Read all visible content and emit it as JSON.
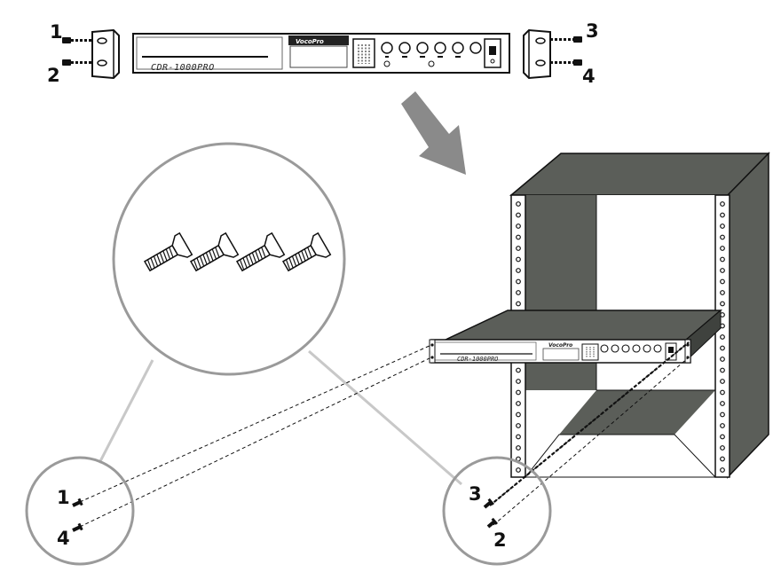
{
  "device": {
    "brand": "VocoPro",
    "model": "CDR-1000PRO"
  },
  "callouts": {
    "top_left_1": "1",
    "top_left_2": "2",
    "top_right_3": "3",
    "top_right_4": "4",
    "zoom_left_1": "1",
    "zoom_left_4": "4",
    "zoom_right_3": "3",
    "zoom_right_2": "2"
  },
  "colors": {
    "rack": "#5b5e59",
    "rack_dark": "#3f423e",
    "line": "#111111",
    "leader": "#c8c8c8",
    "arrow": "#8a8a8a"
  }
}
